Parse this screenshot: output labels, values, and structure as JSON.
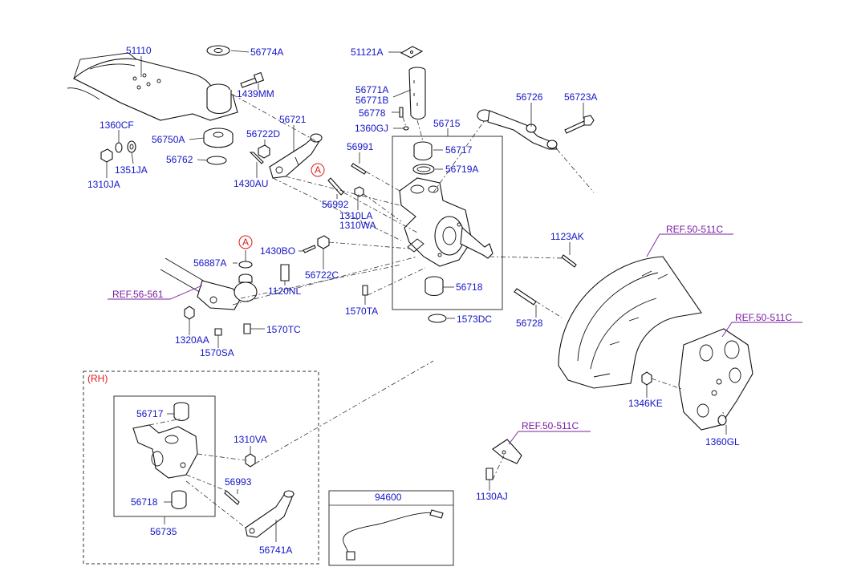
{
  "diagram": {
    "part_labels": [
      "51110",
      "56774A",
      "1439MM",
      "1360CF",
      "56750A",
      "1351JA",
      "56762",
      "1310JA",
      "56722D",
      "56721",
      "1430AU",
      "51121A",
      "56771A",
      "56771B",
      "56778",
      "1360GJ",
      "56715",
      "56726",
      "56723A",
      "56991",
      "56717",
      "56719A",
      "56992",
      "1310LA",
      "1310WA",
      "1430BO",
      "56722C",
      "56887A",
      "1120NL",
      "1320AA",
      "1570SA",
      "1570TC",
      "1570TA",
      "56718",
      "1573DC",
      "56728",
      "1123AK",
      "1346KE",
      "1360GL",
      "1130AJ",
      "56717",
      "1310VA",
      "56993",
      "56718",
      "56735",
      "56741A",
      "94600"
    ],
    "reference_labels": [
      "REF.56-561",
      "REF.50-511C",
      "REF.50-511C",
      "REF.50-511C"
    ],
    "marker_letter": "A",
    "section_label": "(RH)"
  }
}
